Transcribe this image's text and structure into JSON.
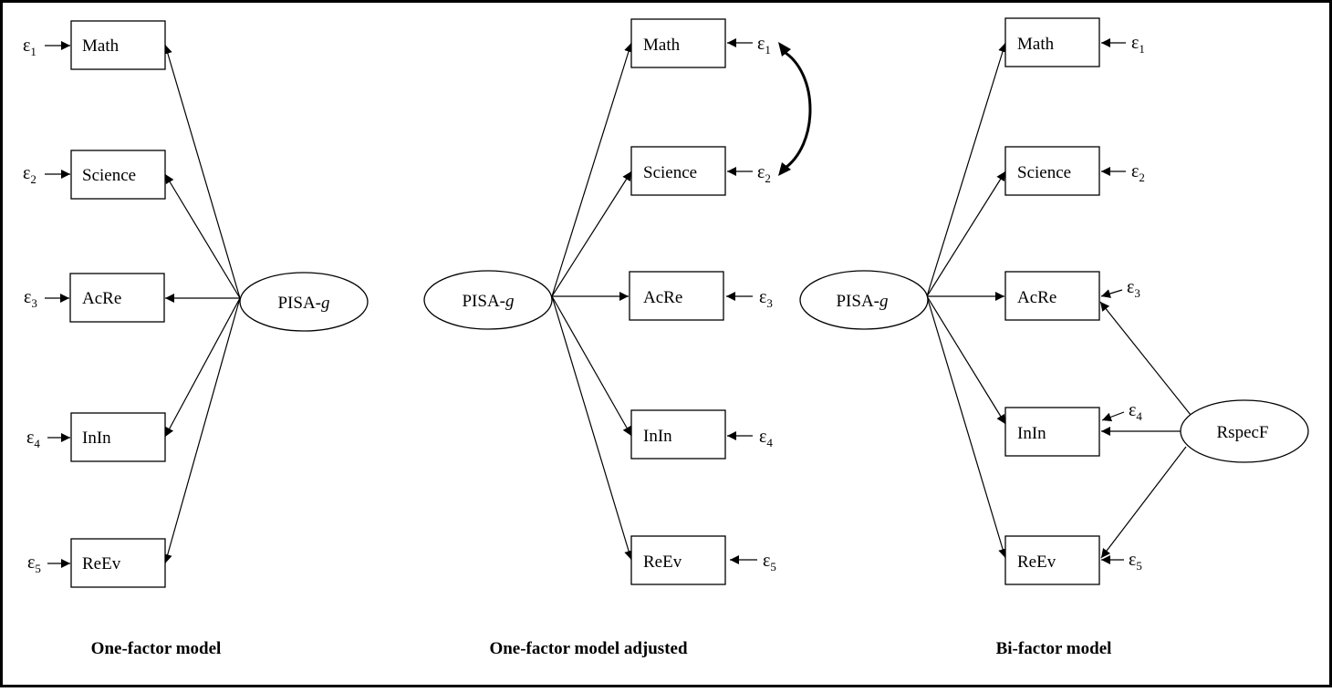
{
  "epsilon_symbol": "ε",
  "models": [
    {
      "id": "one-factor",
      "caption": "One-factor model",
      "factor": {
        "prefix": "PISA-",
        "suffix": "g"
      },
      "indicators": [
        "Math",
        "Science",
        "AcRe",
        "InIn",
        "ReEv"
      ],
      "error_subscripts": [
        "1",
        "2",
        "3",
        "4",
        "5"
      ]
    },
    {
      "id": "one-factor-adjusted",
      "caption": "One-factor model adjusted",
      "factor": {
        "prefix": "PISA-",
        "suffix": "g"
      },
      "indicators": [
        "Math",
        "Science",
        "AcRe",
        "InIn",
        "ReEv"
      ],
      "error_subscripts": [
        "1",
        "2",
        "3",
        "4",
        "5"
      ],
      "correlated_errors": [
        "1",
        "2"
      ]
    },
    {
      "id": "bi-factor",
      "caption": "Bi-factor model",
      "factor": {
        "prefix": "PISA-",
        "suffix": "g"
      },
      "specific_factor": "RspecF",
      "specific_loadings": [
        "AcRe",
        "InIn",
        "ReEv"
      ],
      "indicators": [
        "Math",
        "Science",
        "AcRe",
        "InIn",
        "ReEv"
      ],
      "error_subscripts": [
        "1",
        "2",
        "3",
        "4",
        "5"
      ]
    }
  ]
}
